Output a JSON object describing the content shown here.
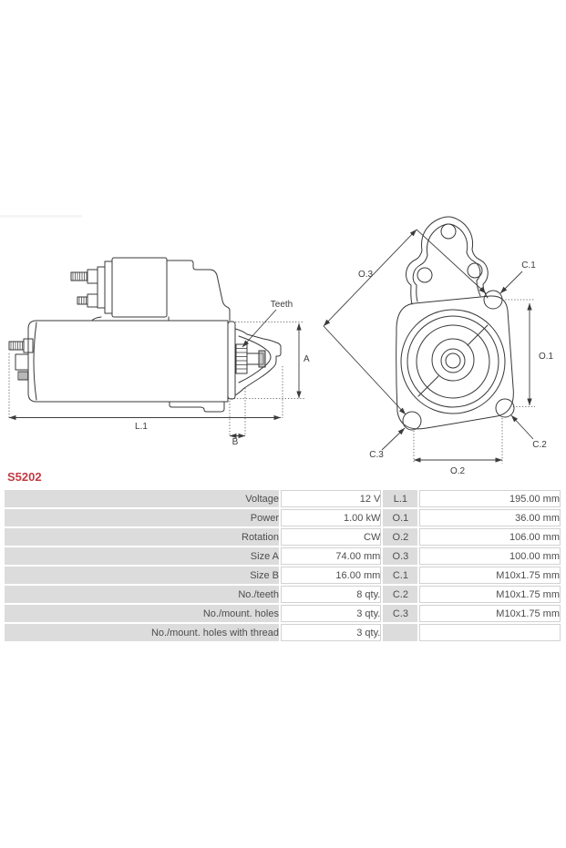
{
  "part": {
    "number": "S5202",
    "accent_color": "#c23b42"
  },
  "diagram": {
    "side_view": {
      "labels": {
        "l1": "L.1",
        "b": "B",
        "a": "A",
        "teeth": "Teeth"
      }
    },
    "front_view": {
      "labels": {
        "o3": "O.3",
        "o1": "O.1",
        "o2": "O.2",
        "c1": "C.1",
        "c2": "C.2",
        "c3": "C.3"
      }
    }
  },
  "spec_table": {
    "rows": [
      {
        "label": "Voltage",
        "value": "12 V",
        "label2": "L.1",
        "value2": "195.00 mm"
      },
      {
        "label": "Power",
        "value": "1.00 kW",
        "label2": "O.1",
        "value2": "36.00 mm"
      },
      {
        "label": "Rotation",
        "value": "CW",
        "label2": "O.2",
        "value2": "106.00 mm"
      },
      {
        "label": "Size A",
        "value": "74.00 mm",
        "label2": "O.3",
        "value2": "100.00 mm"
      },
      {
        "label": "Size B",
        "value": "16.00 mm",
        "label2": "C.1",
        "value2": "M10x1.75 mm"
      },
      {
        "label": "No./teeth",
        "value": "8 qty.",
        "label2": "C.2",
        "value2": "M10x1.75 mm"
      },
      {
        "label": "No./mount. holes",
        "value": "3 qty.",
        "label2": "C.3",
        "value2": "M10x1.75 mm"
      },
      {
        "label": "No./mount. holes with thread",
        "value": "3 qty.",
        "label2": "",
        "value2": ""
      }
    ]
  }
}
